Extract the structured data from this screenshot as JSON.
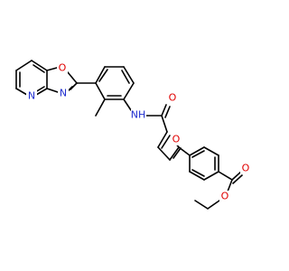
{
  "molecule": {
    "atom_labels": [
      {
        "id": "n-pyridine",
        "text": "N",
        "color": "#1f2ecf"
      },
      {
        "id": "o-oxazole",
        "text": "O",
        "color": "#e00000"
      },
      {
        "id": "n-oxazole",
        "text": "N",
        "color": "#1f2ecf"
      },
      {
        "id": "nh-amide",
        "text": "NH",
        "color": "#1f2ecf"
      },
      {
        "id": "o-carbonyl-amide",
        "text": "O",
        "color": "#e00000"
      },
      {
        "id": "o-furan",
        "text": "O",
        "color": "#e00000"
      },
      {
        "id": "o-carbonyl-ester",
        "text": "O",
        "color": "#e00000"
      },
      {
        "id": "o-ester",
        "text": "O",
        "color": "#e00000"
      }
    ]
  }
}
